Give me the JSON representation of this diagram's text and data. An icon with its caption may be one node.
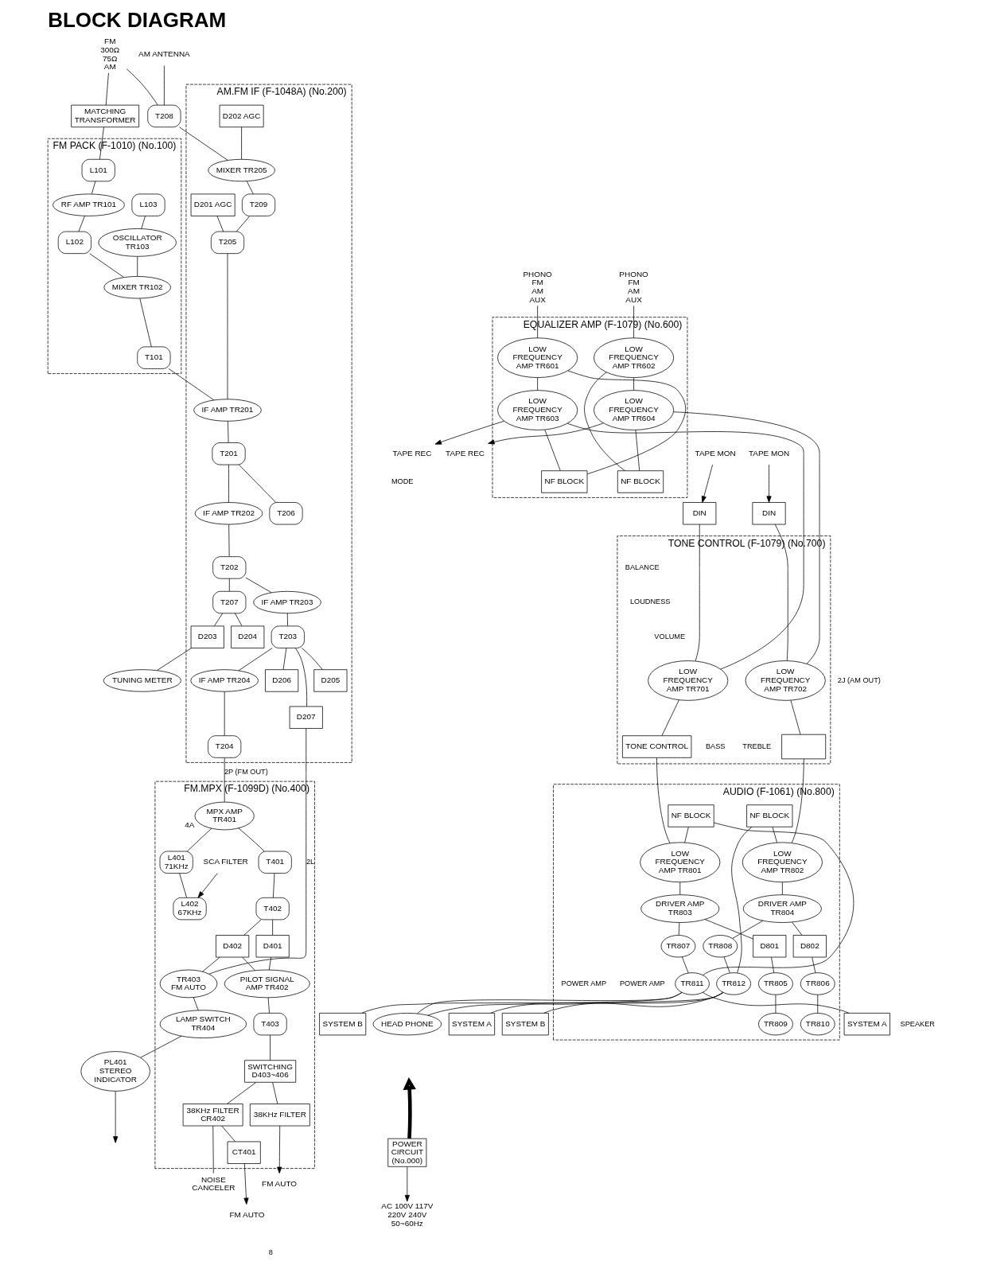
{
  "diagram": {
    "title": "BLOCK DIAGRAM",
    "nodes": [
      {
        "text": [
          "FM",
          "300Ω",
          "75Ω",
          "AM"
        ]
      },
      {
        "text": [
          "MATCHING TRANSFORMER"
        ]
      },
      {
        "text": [
          "FM PACK (F-1010) (No.100)"
        ]
      },
      {
        "text": [
          "L101"
        ],
        "in": 2
      },
      {
        "text": [
          "RF AMP TR101"
        ],
        "in": 2
      },
      {
        "text": [
          "L102"
        ],
        "in": 2
      },
      {
        "text": [
          "MIXER TR102"
        ],
        "in": 2
      },
      {
        "text": [
          "OSCILLATOR",
          "TR103"
        ],
        "in": 2
      },
      {
        "text": [
          "L103"
        ],
        "in": 2
      },
      {
        "text": [
          "T101"
        ],
        "in": 2
      },
      {
        "text": [
          "AM ANTENNA"
        ]
      },
      {
        "text": [
          "T208"
        ]
      },
      {
        "text": [
          "AM.FM IF (F-1048A) (No.200)"
        ]
      },
      {
        "text": [
          "D202 AGC"
        ],
        "in": 12
      },
      {
        "text": [
          "MIXER TR205"
        ],
        "in": 12
      },
      {
        "text": [
          "T209"
        ],
        "in": 12
      },
      {
        "text": [
          "T205"
        ],
        "in": 12
      },
      {
        "text": [
          "D201 AGC"
        ],
        "in": 12
      },
      {
        "text": [
          "IF AMP TR201"
        ],
        "in": 12
      },
      {
        "text": [
          "T201"
        ],
        "in": 12
      },
      {
        "text": [
          "T206"
        ],
        "in": 12
      },
      {
        "text": [
          "IF AMP TR202"
        ],
        "in": 12
      },
      {
        "text": [
          "T202"
        ],
        "in": 12
      },
      {
        "text": [
          "T207"
        ],
        "in": 12
      },
      {
        "text": [
          "D204"
        ],
        "in": 12
      },
      {
        "text": [
          "D203"
        ],
        "in": 12
      },
      {
        "text": [
          "IF AMP TR203"
        ],
        "in": 12
      },
      {
        "text": [
          "T203"
        ],
        "in": 12
      },
      {
        "text": [
          "D205"
        ],
        "in": 12
      },
      {
        "text": [
          "D207"
        ],
        "in": 12
      },
      {
        "text": [
          "D206"
        ],
        "in": 12
      },
      {
        "text": [
          "IF AMP TR204"
        ],
        "in": 12
      },
      {
        "text": [
          "T204"
        ],
        "in": 12
      },
      {
        "text": [
          "TUNING METER"
        ]
      },
      {
        "text": [
          "FM.MPX (F-1099D) (No.400)"
        ]
      },
      {
        "text": [
          "MPX AMP TR401"
        ],
        "beside": [
          "4A"
        ],
        "in": 34
      },
      {
        "text": [
          "T401"
        ],
        "in": 34
      },
      {
        "text": [
          "T402"
        ],
        "in": 34
      },
      {
        "text": [
          "D401"
        ],
        "in": 34
      },
      {
        "text": [
          "D402"
        ],
        "in": 34
      },
      {
        "text": [
          "PILOT SIGNAL AMP TR402"
        ],
        "in": 34
      },
      {
        "text": [
          "T403"
        ],
        "in": 34
      },
      {
        "text": [
          "SWITCHING D403~406"
        ],
        "in": 34
      },
      {
        "text": [
          "L401",
          "71KHz"
        ],
        "in": 34
      },
      {
        "text": [
          "L402",
          "67KHz"
        ],
        "in": 34
      },
      {
        "text": [
          "SCA FILTER"
        ],
        "in": 34
      },
      {
        "text": [
          "TR403",
          "FM AUTO"
        ],
        "in": 34
      },
      {
        "text": [
          "LAMP SWITCH TR404"
        ],
        "in": 34
      },
      {
        "text": [
          "PL401",
          "STEREO INDICATOR"
        ]
      },
      {
        "text": [
          "38KHz FILTER"
        ],
        "in": 34
      },
      {
        "text": [
          "38KHz FILTER CR402"
        ],
        "in": 34
      },
      {
        "text": [
          "CT401"
        ],
        "in": 34
      },
      {
        "text": [
          "FM AUTO"
        ]
      },
      {
        "text": [
          "NOISE CANCELER"
        ]
      },
      {
        "text": [
          "FM AUTO"
        ]
      },
      {
        "text": [
          "PHONO",
          "FM",
          "AM",
          "AUX"
        ]
      },
      {
        "text": [
          "PHONO",
          "FM",
          "AM",
          "AUX"
        ]
      },
      {
        "text": [
          "EQUALIZER AMP (F-1079) (No.600)"
        ]
      },
      {
        "text": [
          "LOW FREQUENCY AMP TR601"
        ],
        "in": 57
      },
      {
        "text": [
          "LOW FREQUENCY AMP TR603"
        ],
        "in": 57
      },
      {
        "text": [
          "NF BLOCK"
        ],
        "in": 57
      },
      {
        "text": [
          "LOW FREQUENCY AMP TR602"
        ],
        "in": 57
      },
      {
        "text": [
          "LOW FREQUENCY AMP TR604"
        ],
        "in": 57
      },
      {
        "text": [
          "NF BLOCK"
        ],
        "in": 57
      },
      {
        "text": [
          "TAPE MON"
        ]
      },
      {
        "text": [
          "DIN"
        ]
      },
      {
        "text": [
          "TAPE REC"
        ]
      },
      {
        "text": [
          "TAPE REC"
        ]
      },
      {
        "text": [
          "DIN"
        ]
      },
      {
        "text": [
          "TAPE MON"
        ]
      },
      {
        "text": [
          "TONE CONTROL (F-1079) (No.700)"
        ]
      },
      {
        "text": [
          "LOW FREQUENCY AMP TR701"
        ],
        "in": 70
      },
      {
        "text": [
          "LOW FREQUENCY AMP TR702"
        ],
        "in": 70
      },
      {
        "text": [
          "TONE CONTROL"
        ],
        "in": 70
      },
      {
        "text": [],
        "shape": "box",
        "in": 70
      },
      {
        "text": [
          "AUDIO (F-1061) (No.800)"
        ]
      },
      {
        "text": [
          "LOW FREQUENCY AMP TR801"
        ],
        "in": 75
      },
      {
        "text": [
          "DRIVER AMP TR803"
        ],
        "in": 75
      },
      {
        "text": [
          "NF BLOCK"
        ],
        "in": 75
      },
      {
        "text": [
          "D801"
        ],
        "in": 75
      },
      {
        "text": [
          "TR805"
        ],
        "in": 75
      },
      {
        "text": [
          "TR809"
        ],
        "in": 75
      },
      {
        "text": [
          "TR807"
        ],
        "in": 75
      },
      {
        "text": [
          "TR811"
        ],
        "in": 75
      },
      {
        "text": [
          "LOW FREQUENCY AMP TR802"
        ],
        "in": 75
      },
      {
        "text": [
          "DRIVER AMP TR804"
        ],
        "in": 75
      },
      {
        "text": [
          "NF BLOCK"
        ],
        "in": 75
      },
      {
        "text": [
          "D802"
        ],
        "in": 75
      },
      {
        "text": [
          "TR806"
        ],
        "in": 75
      },
      {
        "text": [
          "TR810"
        ],
        "in": 75
      },
      {
        "text": [
          "TR808"
        ],
        "in": 75
      },
      {
        "text": [
          "TR812"
        ],
        "in": 75
      },
      {
        "text": [
          "HEAD PHONE"
        ]
      },
      {
        "text": [
          "SYSTEM A"
        ]
      },
      {
        "text": [
          "SYSTEM B"
        ]
      },
      {
        "text": [
          "SYSTEM A"
        ]
      },
      {
        "text": [
          "SYSTEM B"
        ]
      },
      {
        "text": [
          "POWER CIRCUIT (No.000)"
        ]
      },
      {
        "text": [
          "AC 100V 117V 220V 240V 50~60Hz"
        ]
      }
    ],
    "edges": [
      {
        "from": 0,
        "to": 1,
        "arrow": "none"
      },
      {
        "from": 0,
        "to": 11,
        "arrow": "none"
      },
      {
        "from": 1,
        "to": 3,
        "arrow": "none"
      },
      {
        "from": 3,
        "to": 4,
        "arrow": "none"
      },
      {
        "from": 4,
        "to": 5,
        "arrow": "none"
      },
      {
        "from": 5,
        "to": 6,
        "arrow": "none"
      },
      {
        "from": 8,
        "to": 7,
        "arrow": "none"
      },
      {
        "from": 7,
        "to": 6,
        "arrow": "none"
      },
      {
        "from": 6,
        "to": 9,
        "arrow": "none"
      },
      {
        "from": 10,
        "to": 11,
        "arrow": "none"
      },
      {
        "from": 11,
        "to": 14,
        "arrow": "none"
      },
      {
        "from": 13,
        "to": 14,
        "arrow": "none"
      },
      {
        "from": 14,
        "to": 15,
        "arrow": "none"
      },
      {
        "from": 15,
        "to": 16,
        "arrow": "none"
      },
      {
        "from": 17,
        "to": 16,
        "arrow": "none"
      },
      {
        "from": 9,
        "to": 18,
        "arrow": "none"
      },
      {
        "from": 16,
        "to": 18,
        "arrow": "none"
      },
      {
        "from": 18,
        "to": 19,
        "arrow": "none"
      },
      {
        "from": 19,
        "to": 20,
        "arrow": "none"
      },
      {
        "from": 19,
        "to": 21,
        "arrow": "none"
      },
      {
        "from": 21,
        "to": 22,
        "arrow": "none"
      },
      {
        "from": 22,
        "to": 23,
        "arrow": "none"
      },
      {
        "from": 23,
        "to": 24,
        "arrow": "none"
      },
      {
        "from": 23,
        "to": 25,
        "arrow": "none"
      },
      {
        "from": 25,
        "to": 33,
        "arrow": "none"
      },
      {
        "from": 22,
        "to": 26,
        "arrow": "none"
      },
      {
        "from": 26,
        "to": 27,
        "arrow": "none"
      },
      {
        "from": 27,
        "to": 28,
        "arrow": "none"
      },
      {
        "from": 27,
        "to": 29,
        "arrow": "none"
      },
      {
        "from": 27,
        "to": 30,
        "arrow": "none"
      },
      {
        "from": 27,
        "to": 31,
        "arrow": "none"
      },
      {
        "from": 31,
        "to": 32,
        "arrow": "none"
      },
      {
        "from": 32,
        "to": 35,
        "arrow": "none",
        "label": "2P (FM OUT)"
      },
      {
        "from": 29,
        "to": 46,
        "arrow": "none",
        "label": "2L"
      },
      {
        "from": 35,
        "to": 36,
        "arrow": "none"
      },
      {
        "from": 36,
        "to": 37,
        "arrow": "none"
      },
      {
        "from": 37,
        "to": 38,
        "arrow": "none"
      },
      {
        "from": 37,
        "to": 39,
        "arrow": "none"
      },
      {
        "from": 38,
        "to": 40,
        "arrow": "none"
      },
      {
        "from": 39,
        "to": 40,
        "arrow": "none"
      },
      {
        "from": 40,
        "to": 41,
        "arrow": "none"
      },
      {
        "from": 41,
        "to": 42,
        "arrow": "none"
      },
      {
        "from": 35,
        "to": 43,
        "arrow": "none"
      },
      {
        "from": 43,
        "to": 44,
        "arrow": "none"
      },
      {
        "from": 45,
        "to": 44,
        "arrow": "to"
      },
      {
        "from": 39,
        "to": 46,
        "arrow": "none"
      },
      {
        "from": 46,
        "to": 47,
        "arrow": "none"
      },
      {
        "from": 47,
        "to": 48,
        "arrow": "none"
      },
      {
        "from": 48,
        "to": null,
        "arrow": "to"
      },
      {
        "from": 42,
        "to": 49,
        "arrow": "none"
      },
      {
        "from": 42,
        "to": 50,
        "arrow": "none"
      },
      {
        "from": 50,
        "to": 51,
        "arrow": "none"
      },
      {
        "from": 49,
        "to": 52,
        "arrow": "to"
      },
      {
        "from": 50,
        "to": 53,
        "arrow": "none"
      },
      {
        "from": 51,
        "to": 54,
        "arrow": "to"
      },
      {
        "from": 55,
        "to": 58,
        "arrow": "none"
      },
      {
        "from": 58,
        "to": 59,
        "arrow": "none"
      },
      {
        "from": 59,
        "to": 60,
        "arrow": "none"
      },
      {
        "from": 60,
        "to": 58,
        "arrow": "none"
      },
      {
        "from": 56,
        "to": 61,
        "arrow": "none"
      },
      {
        "from": 61,
        "to": 62,
        "arrow": "none"
      },
      {
        "from": 62,
        "to": 63,
        "arrow": "none"
      },
      {
        "from": 63,
        "to": 61,
        "arrow": "none"
      },
      {
        "from": 59,
        "to": 66,
        "arrow": "to"
      },
      {
        "from": 64,
        "to": 65,
        "arrow": "to"
      },
      {
        "from": 65,
        "to": 71,
        "arrow": "none"
      },
      {
        "from": 59,
        "to": 71,
        "arrow": "none"
      },
      {
        "from": 62,
        "to": 67,
        "arrow": "to"
      },
      {
        "from": 69,
        "to": 68,
        "arrow": "to"
      },
      {
        "from": 68,
        "to": 72,
        "arrow": "none"
      },
      {
        "from": 62,
        "to": 72,
        "arrow": "none"
      },
      {
        "from": 71,
        "to": 73,
        "arrow": "none"
      },
      {
        "from": 72,
        "to": 74,
        "arrow": "none"
      },
      {
        "from": 73,
        "to": 76,
        "arrow": "none"
      },
      {
        "from": 74,
        "to": 84,
        "arrow": "none"
      },
      {
        "from": 76,
        "to": 77,
        "arrow": "none"
      },
      {
        "from": 77,
        "to": 79,
        "arrow": "none"
      },
      {
        "from": 79,
        "to": 80,
        "arrow": "none"
      },
      {
        "from": 77,
        "to": 82,
        "arrow": "none"
      },
      {
        "from": 80,
        "to": 81,
        "arrow": "none"
      },
      {
        "from": 82,
        "to": 83,
        "arrow": "none"
      },
      {
        "from": 83,
        "to": 78,
        "arrow": "none"
      },
      {
        "from": 78,
        "to": 76,
        "arrow": "none"
      },
      {
        "from": 84,
        "to": 85,
        "arrow": "none"
      },
      {
        "from": 85,
        "to": 87,
        "arrow": "none"
      },
      {
        "from": 87,
        "to": 88,
        "arrow": "none"
      },
      {
        "from": 85,
        "to": 90,
        "arrow": "none"
      },
      {
        "from": 88,
        "to": 89,
        "arrow": "none"
      },
      {
        "from": 90,
        "to": 91,
        "arrow": "none"
      },
      {
        "from": 91,
        "to": 86,
        "arrow": "none"
      },
      {
        "from": 86,
        "to": 84,
        "arrow": "none"
      },
      {
        "from": 83,
        "to": 92,
        "arrow": "none"
      },
      {
        "from": 91,
        "to": 92,
        "arrow": "none"
      },
      {
        "from": 83,
        "to": 93,
        "arrow": "none"
      },
      {
        "from": 83,
        "to": 94,
        "arrow": "none"
      },
      {
        "from": 91,
        "to": 95,
        "arrow": "none"
      },
      {
        "from": 91,
        "to": 96,
        "arrow": "none"
      },
      {
        "from": 97,
        "to": null,
        "arrow": "to",
        "style": "thick"
      },
      {
        "from": 97,
        "to": 98,
        "arrow": "to"
      }
    ],
    "labels": [
      "BALANCE",
      "LOUDNESS",
      "VOLUME",
      "BASS",
      "TREBLE",
      "MODE",
      "POWER AMP",
      "POWER AMP",
      "SPEAKER",
      "2J (AM OUT)",
      "8"
    ]
  }
}
